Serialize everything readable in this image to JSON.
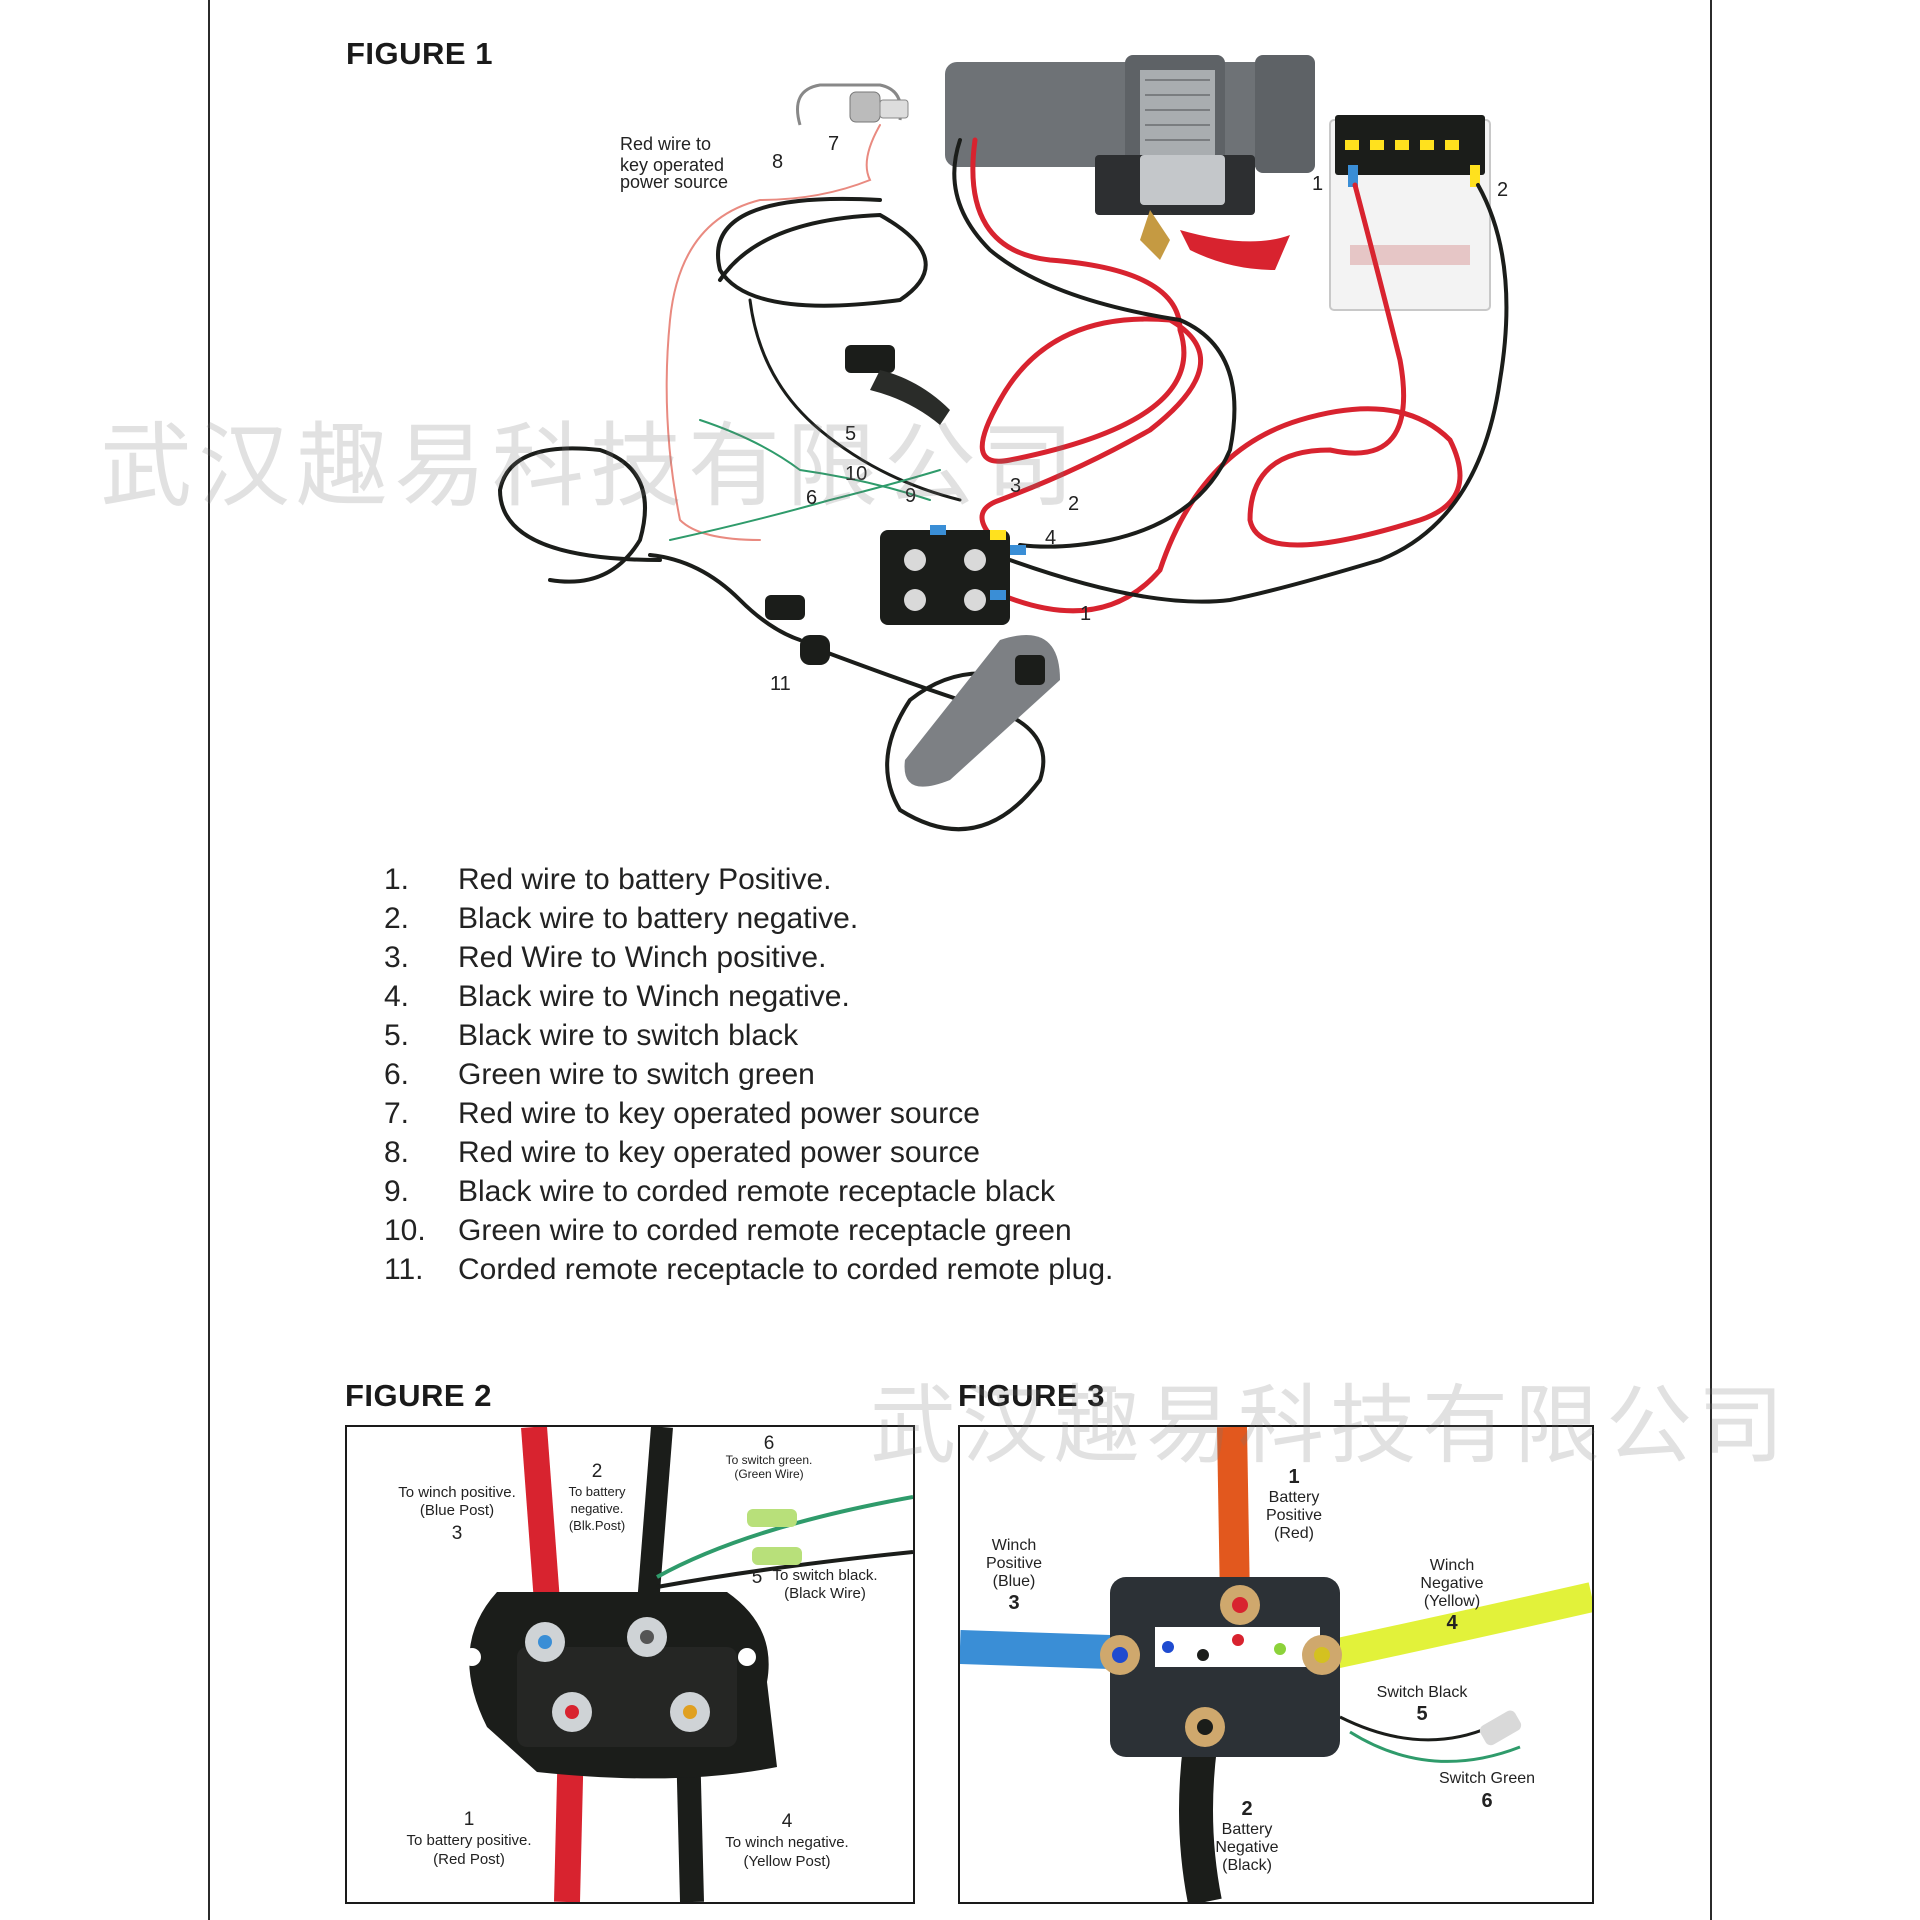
{
  "figure1": {
    "title": "FIGURE 1",
    "annotation": [
      "Red wire to",
      "key operated",
      "power source"
    ],
    "callouts": [
      "1",
      "2",
      "3",
      "4",
      "5",
      "6",
      "7",
      "8",
      "9",
      "10",
      "11"
    ],
    "legend": [
      {
        "num": "1.",
        "text": "Red wire to battery Positive."
      },
      {
        "num": "2.",
        "text": "Black wire to battery negative."
      },
      {
        "num": "3.",
        "text": "Red Wire to Winch positive."
      },
      {
        "num": "4.",
        "text": "Black wire to Winch negative."
      },
      {
        "num": "5.",
        "text": "Black wire to switch black"
      },
      {
        "num": "6.",
        "text": "Green wire to switch green"
      },
      {
        "num": "7.",
        "text": "Red wire to key operated power source"
      },
      {
        "num": "8.",
        "text": "Red wire to key operated power source"
      },
      {
        "num": "9.",
        "text": "Black wire to corded remote receptacle black"
      },
      {
        "num": "10.",
        "text": "Green wire to corded remote receptacle green"
      },
      {
        "num": "11.",
        "text": "Corded remote receptacle to corded remote plug."
      }
    ]
  },
  "figure2": {
    "title": "FIGURE 2",
    "labels": {
      "winch_pos": {
        "num": "3",
        "lines": [
          "To winch positive.",
          "(Blue Post)"
        ]
      },
      "batt_neg": {
        "num": "2",
        "lines": [
          "To battery",
          "negative.",
          "(Blk.Post)"
        ]
      },
      "switch_green": {
        "num": "6",
        "lines": [
          "To switch green.",
          "(Green Wire)"
        ]
      },
      "switch_black": {
        "num": "5",
        "lines": [
          "To switch black.",
          "(Black Wire)"
        ]
      },
      "batt_pos": {
        "num": "1",
        "lines": [
          "To battery positive.",
          "(Red Post)"
        ]
      },
      "winch_neg": {
        "num": "4",
        "lines": [
          "To winch negative.",
          "(Yellow Post)"
        ]
      }
    }
  },
  "figure3": {
    "title": "FIGURE 3",
    "labels": {
      "batt_pos": {
        "num": "1",
        "lines": [
          "Battery",
          "Positive",
          "(Red)"
        ]
      },
      "winch_pos": {
        "num": "3",
        "lines": [
          "Winch",
          "Positive",
          "(Blue)"
        ]
      },
      "winch_neg": {
        "num": "4",
        "lines": [
          "Winch",
          "Negative",
          "(Yellow)"
        ]
      },
      "switch_black": {
        "num": "5",
        "text": "Switch Black"
      },
      "batt_neg": {
        "num": "2",
        "lines": [
          "Battery",
          "Negative",
          "(Black)"
        ]
      },
      "switch_green": {
        "num": "6",
        "text": "Switch Green"
      }
    }
  },
  "watermark": "武汉趣易科技有限公司",
  "colors": {
    "red_wire": "#d8232f",
    "black_wire": "#1b1d1a",
    "green_wire": "#2f9b6b",
    "blue_cable": "#3a8ed6",
    "yellow_cable": "#e2f23a",
    "orange_cable": "#e2581e",
    "winch_body": "#6e7276"
  }
}
